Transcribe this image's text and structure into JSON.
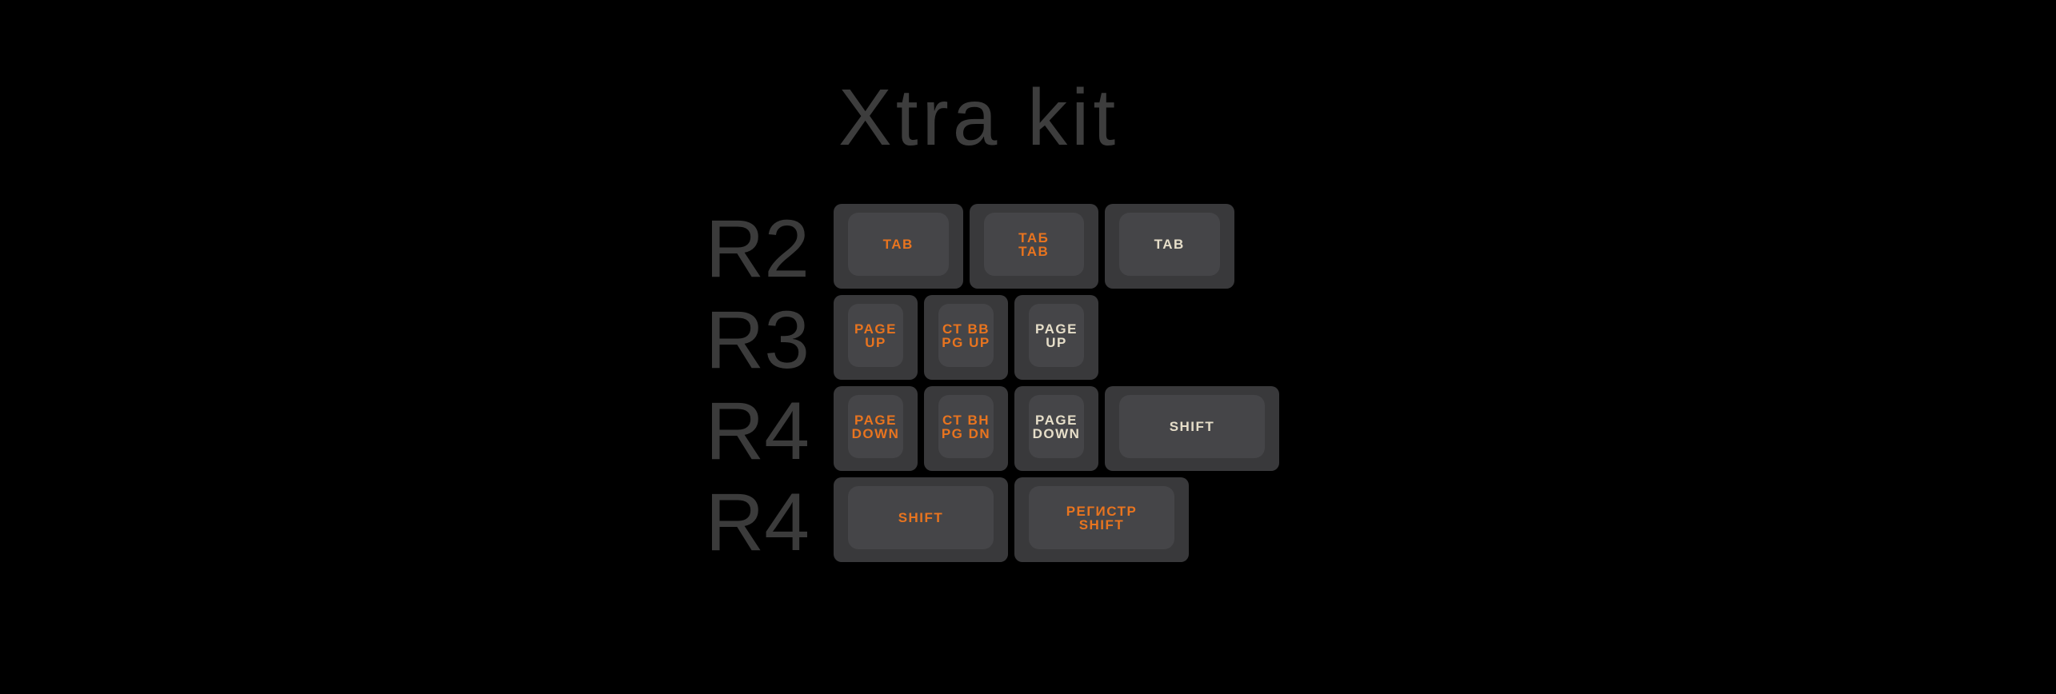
{
  "title": "Xtra kit",
  "colors": {
    "background": "#000000",
    "title_text": "#3d3d3d",
    "row_label": "#3b3b3b",
    "keycap_base": "#39393b",
    "keycap_top": "#454548",
    "legend_orange": "#e8741f",
    "legend_cream": "#e6dec9"
  },
  "keyboard": {
    "rows": [
      {
        "label": "R2",
        "keys": [
          {
            "width_u": 1.5,
            "legend": [
              "TAB"
            ],
            "color": "orange"
          },
          {
            "width_u": 1.5,
            "legend": [
              "ТАБ",
              "TAB"
            ],
            "color": "orange"
          },
          {
            "width_u": 1.5,
            "legend": [
              "TAB"
            ],
            "color": "cream"
          }
        ]
      },
      {
        "label": "R3",
        "keys": [
          {
            "width_u": 1,
            "legend": [
              "PAGE",
              "UP"
            ],
            "color": "orange"
          },
          {
            "width_u": 1,
            "legend": [
              "СТ ВВ",
              "PG UP"
            ],
            "color": "orange"
          },
          {
            "width_u": 1,
            "legend": [
              "PAGE",
              "UP"
            ],
            "color": "cream"
          }
        ]
      },
      {
        "label": "R4",
        "keys": [
          {
            "width_u": 1,
            "legend": [
              "PAGE",
              "DOWN"
            ],
            "color": "orange"
          },
          {
            "width_u": 1,
            "legend": [
              "СТ ВН",
              "PG DN"
            ],
            "color": "orange"
          },
          {
            "width_u": 1,
            "legend": [
              "PAGE",
              "DOWN"
            ],
            "color": "cream"
          },
          {
            "width_u": 2,
            "legend": [
              "SHIFT"
            ],
            "color": "cream"
          }
        ]
      },
      {
        "label": "R4",
        "keys": [
          {
            "width_u": 2,
            "legend": [
              "SHIFT"
            ],
            "color": "orange"
          },
          {
            "width_u": 2,
            "legend": [
              "РЕГИСТР",
              "SHIFT"
            ],
            "color": "orange"
          }
        ]
      }
    ]
  }
}
